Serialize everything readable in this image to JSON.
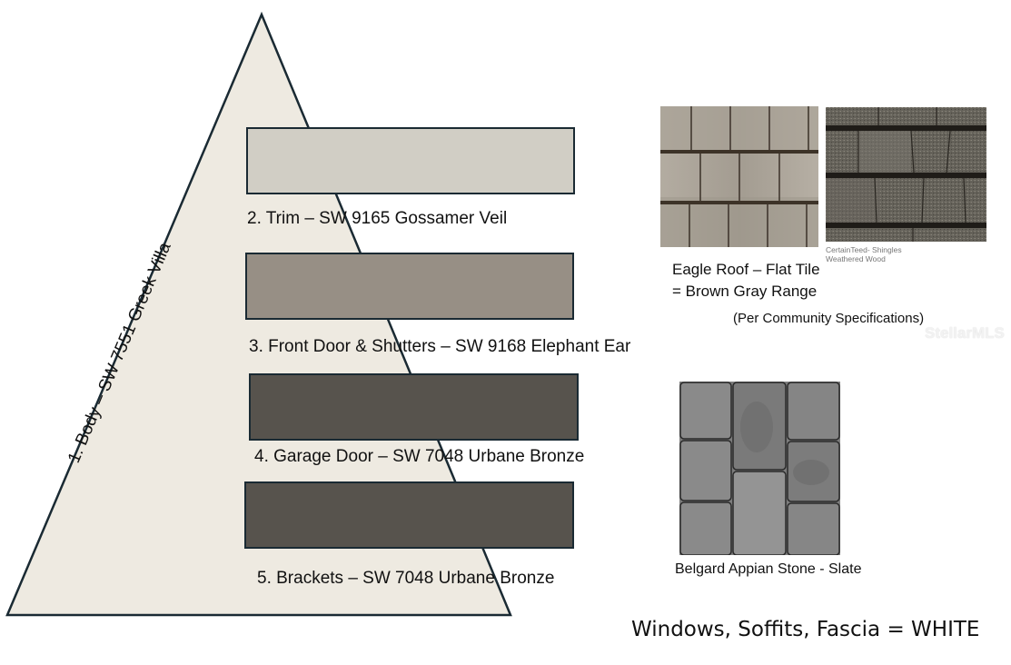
{
  "colors": {
    "body": "#EEEAE1",
    "outline": "#1A2A33",
    "trim": "#D1CEC5",
    "front_door_shutters": "#978F85",
    "garage_door": "#57534D",
    "brackets": "#57534D"
  },
  "body": {
    "label": "1. Body – SW 7551 Greek Villa"
  },
  "swatches": [
    {
      "label": "2. Trim – SW 9165 Gossamer Veil",
      "color": "#D1CEC5"
    },
    {
      "label": "3. Front Door & Shutters – SW 9168 Elephant Ear",
      "color": "#978F85"
    },
    {
      "label": "4. Garage Door – SW 7048 Urbane Bronze",
      "color": "#57534D"
    },
    {
      "label": "5. Brackets – SW 7048 Urbane Bronze",
      "color": "#57534D"
    }
  ],
  "roof": {
    "flat_tile_line1": "Eagle Roof – Flat Tile",
    "flat_tile_line2": "= Brown Gray Range",
    "shingle_caption_line1": "CertainTeed- Shingles",
    "shingle_caption_line2": "Weathered Wood",
    "note": "(Per Community Specifications)"
  },
  "paver": {
    "caption": "Belgard Appian Stone - Slate"
  },
  "footer": {
    "text": "Windows, Soffits, Fascia = WHITE"
  },
  "watermark": "StellarMLS"
}
